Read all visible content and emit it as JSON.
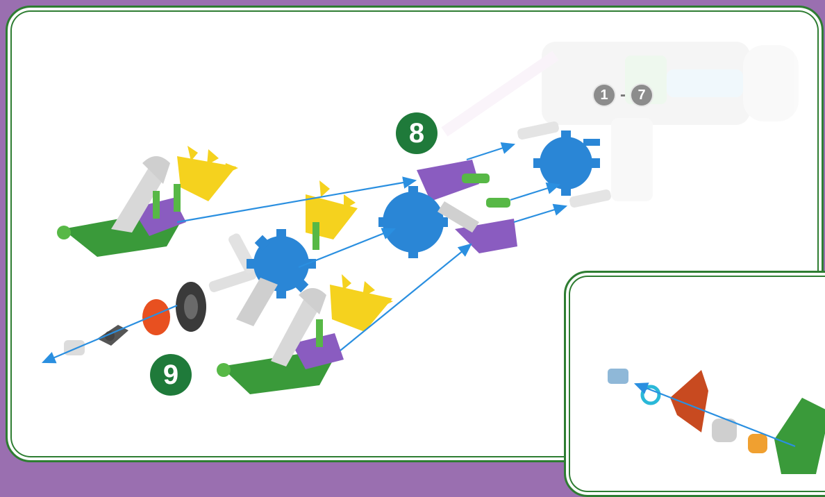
{
  "steps": {
    "previous_from": "1",
    "previous_separator": "-",
    "previous_to": "7",
    "current": "8",
    "next": "9"
  },
  "colors": {
    "page_background": "#9a6fb0",
    "border_green": "#2e7d32",
    "badge_green": "#1f7a3a",
    "badge_grey": "#8c8c8c",
    "arrow_blue": "#2a8fe0",
    "piece_green": "#3a9a3a",
    "piece_purple": "#8a5cc0",
    "piece_yellow": "#f5d21e",
    "piece_blue": "#2a86d6",
    "piece_grey": "#c9c9c9",
    "piece_red": "#e85020",
    "piece_dark": "#3a3a3a"
  }
}
